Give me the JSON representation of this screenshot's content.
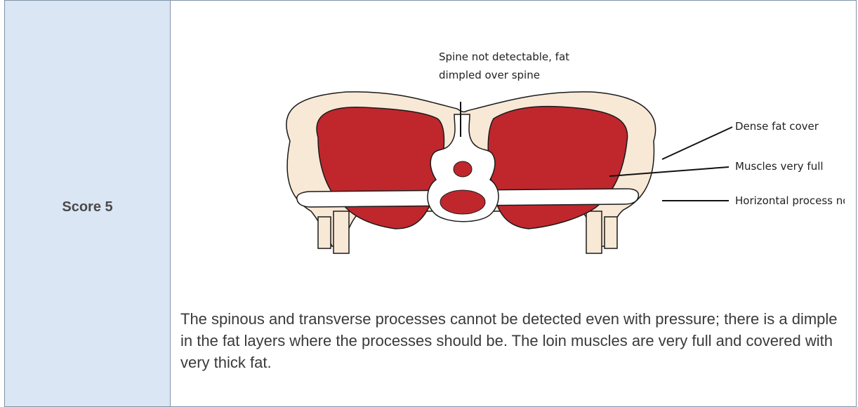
{
  "score": {
    "label": "Score 5"
  },
  "diagram": {
    "labels": {
      "spine_line1": "Spine not detectable, fat",
      "spine_line2": "dimpled over spine",
      "fat": "Dense fat cover",
      "muscles": "Muscles very full",
      "process": "Horizontal process not detectable"
    },
    "colors": {
      "fat": "#f8e8d6",
      "muscle": "#c0272d",
      "bone": "#ffffff",
      "outline": "#1a1a1a"
    }
  },
  "description": "The spinous and transverse processes cannot be detected even with pressure; there is a dimple in the fat layers where the processes should be. The loin muscles are very full and covered with very thick fat."
}
